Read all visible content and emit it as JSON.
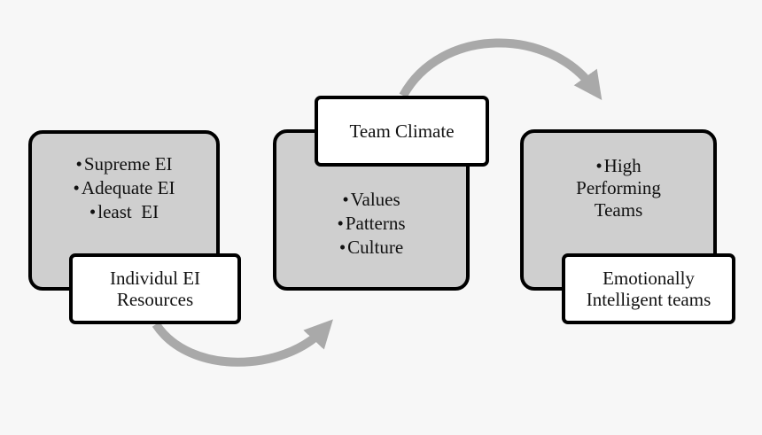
{
  "stages": [
    {
      "bullets": [
        "Supreme EI",
        "Adequate EI",
        "least  EI"
      ],
      "label": "Individul EI Resources"
    },
    {
      "bullets": [
        "Values",
        "Patterns",
        "Culture"
      ],
      "label": "Team Climate"
    },
    {
      "bullets_lines": [
        "High",
        "Performing",
        "Teams"
      ],
      "label_lines": [
        "Emotionally",
        "Intelligent teams"
      ]
    }
  ],
  "colors": {
    "background": "#f7f7f7",
    "box_fill": "#cfcfcf",
    "label_fill": "#ffffff",
    "border": "#000000",
    "arrow": "#a9a9a9"
  }
}
